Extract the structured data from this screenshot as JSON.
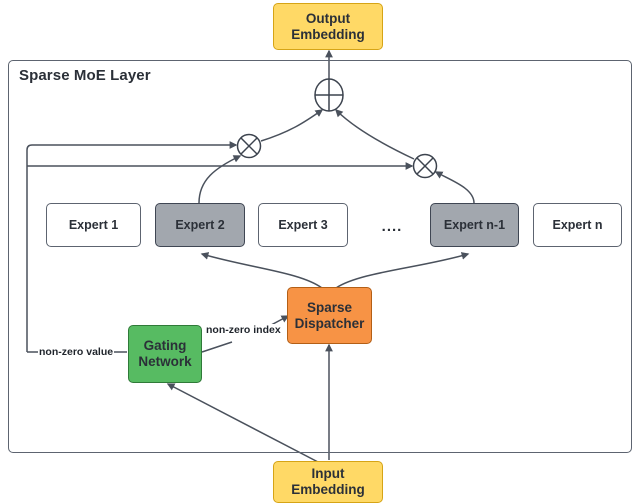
{
  "diagram": {
    "title": "Sparse MoE Layer",
    "container_label": "Sparse MoE Layer",
    "colors": {
      "embedding_yellow": "#ffd966",
      "gating_green": "#57bb62",
      "dispatcher_orange": "#f79345",
      "expert_selected_gray": "#a2a7ae",
      "expert_unselected_white": "#ffffff",
      "stroke": "#5d6470",
      "text": "#2b3038"
    }
  },
  "nodes": {
    "output_embedding": {
      "line1": "Output",
      "line2": "Embedding"
    },
    "input_embedding": {
      "line1": "Input",
      "line2": "Embedding"
    },
    "gating_network": {
      "line1": "Gating",
      "line2": "Network"
    },
    "sparse_dispatcher": {
      "line1": "Sparse",
      "line2": "Dispatcher"
    },
    "add_operator": {
      "symbol": "+"
    },
    "multiply_operator_left": {
      "symbol": "×"
    },
    "multiply_operator_right": {
      "symbol": "×"
    },
    "ellipsis": {
      "label": "...."
    }
  },
  "experts": [
    {
      "label": "Expert 1",
      "selected": false
    },
    {
      "label": "Expert 2",
      "selected": true
    },
    {
      "label": "Expert 3",
      "selected": false
    },
    {
      "label": "Expert n-1",
      "selected": true
    },
    {
      "label": "Expert n",
      "selected": false
    }
  ],
  "edge_labels": {
    "non_zero_value": "non-zero value",
    "non_zero_index": "non-zero index"
  }
}
